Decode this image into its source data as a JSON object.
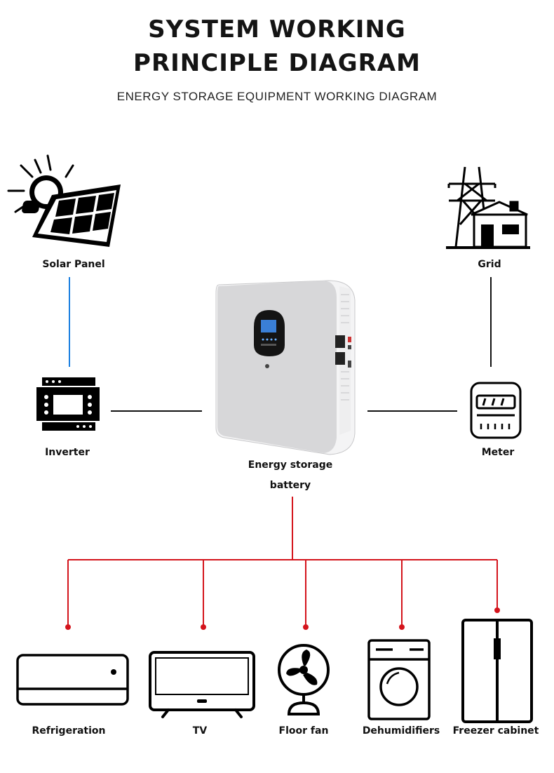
{
  "header": {
    "title_line1": "SYSTEM WORKING",
    "title_line2": "PRINCIPLE DIAGRAM",
    "subtitle": "ENERGY STORAGE EQUIPMENT WORKING DIAGRAM"
  },
  "nodes": {
    "solar_panel": "Solar Panel",
    "grid": "Grid",
    "inverter": "Inverter",
    "meter": "Meter",
    "battery_line1": "Energy storage",
    "battery_line2": "battery"
  },
  "loads": [
    {
      "label": "Refrigeration",
      "icon": "air-conditioner-icon"
    },
    {
      "label": "TV",
      "icon": "tv-icon"
    },
    {
      "label": "Floor fan",
      "icon": "fan-icon"
    },
    {
      "label": "Dehumidifiers",
      "icon": "washing-machine-icon"
    },
    {
      "label": "Freezer cabinet",
      "icon": "fridge-icon"
    }
  ],
  "colors": {
    "solar_link": "#1a7fe0",
    "load_links": "#d4141c",
    "black_links": "#111111",
    "battery_body": "#d9d9db"
  }
}
